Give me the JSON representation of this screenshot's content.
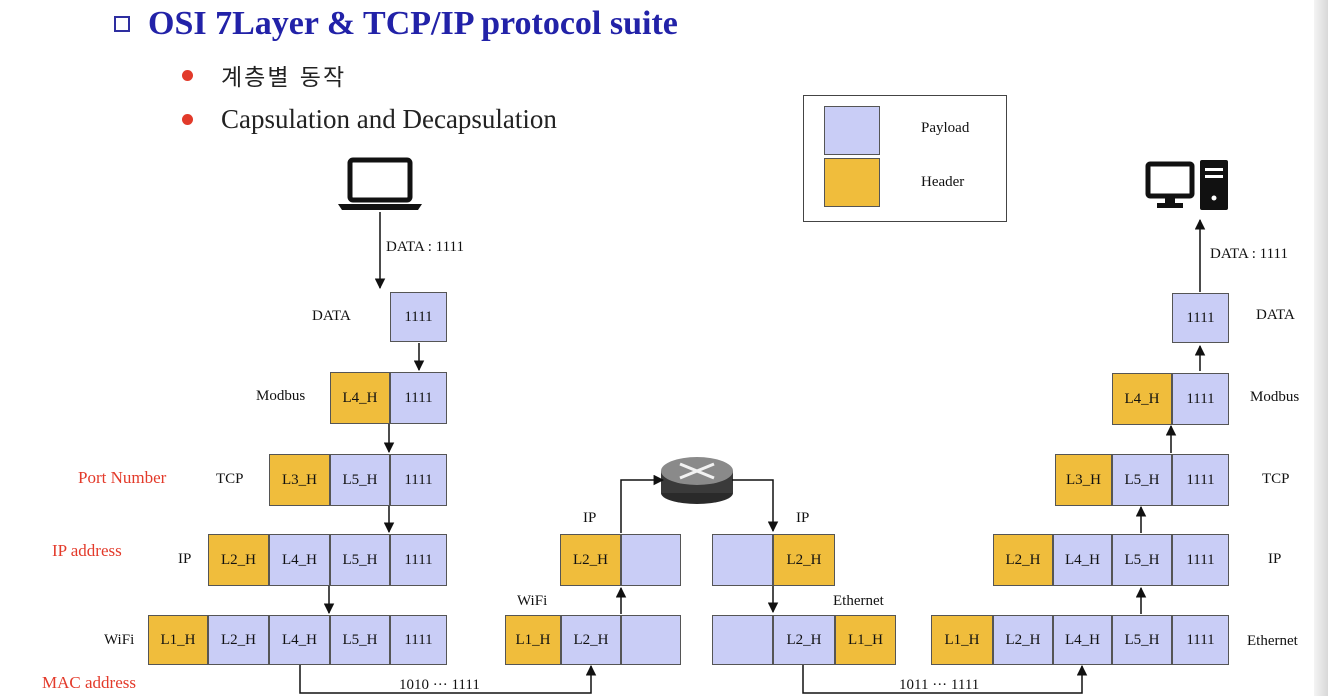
{
  "title": "OSI 7Layer & TCP/IP protocol suite",
  "bullets": [
    "계층별 동작",
    "Capsulation and Decapsulation"
  ],
  "legend": {
    "payload": "Payload",
    "header": "Header"
  },
  "colors": {
    "payload": "#c9cdf6",
    "header": "#f0bd3c",
    "title": "#2222a8",
    "annotation": "#e33a2a"
  },
  "icons": {
    "sender": "laptop-icon",
    "router": "router-icon",
    "receiver": "desktop-computer-icon"
  },
  "sender": {
    "data_arrow": "DATA : 1111",
    "layers": {
      "data": {
        "name": "DATA",
        "cells": [
          "1111"
        ]
      },
      "modbus": {
        "name": "Modbus",
        "cells": [
          "L4_H",
          "1111"
        ]
      },
      "tcp": {
        "name": "TCP",
        "cells": [
          "L3_H",
          "L5_H",
          "1111"
        ]
      },
      "ip": {
        "name": "IP",
        "cells": [
          "L2_H",
          "L4_H",
          "L5_H",
          "1111"
        ]
      },
      "wifi": {
        "name": "WiFi",
        "cells": [
          "L1_H",
          "L2_H",
          "L4_H",
          "L5_H",
          "1111"
        ]
      }
    }
  },
  "annotations": {
    "port": "Port Number",
    "ip": "IP address",
    "mac": "MAC address"
  },
  "router": {
    "left": {
      "ip_label": "IP",
      "ip_cells": [
        "L2_H",
        ""
      ],
      "link_label": "WiFi",
      "link_cells": [
        "L1_H",
        "L2_H",
        ""
      ]
    },
    "right": {
      "ip_label": "IP",
      "ip_cells": [
        "",
        "L2_H"
      ],
      "link_label": "Ethernet",
      "link_cells": [
        "",
        "L2_H",
        "L1_H"
      ]
    }
  },
  "links": {
    "left": "1010 ··· 1111",
    "right": "1011 ··· 1111"
  },
  "receiver": {
    "data_arrow": "DATA : 1111",
    "layers": {
      "data": {
        "name": "DATA",
        "cells": [
          "1111"
        ]
      },
      "modbus": {
        "name": "Modbus",
        "cells": [
          "L4_H",
          "1111"
        ]
      },
      "tcp": {
        "name": "TCP",
        "cells": [
          "L3_H",
          "L5_H",
          "1111"
        ]
      },
      "ip": {
        "name": "IP",
        "cells": [
          "L2_H",
          "L4_H",
          "L5_H",
          "1111"
        ]
      },
      "ethernet": {
        "name": "Ethernet",
        "cells": [
          "L1_H",
          "L2_H",
          "L4_H",
          "L5_H",
          "1111"
        ]
      }
    }
  }
}
